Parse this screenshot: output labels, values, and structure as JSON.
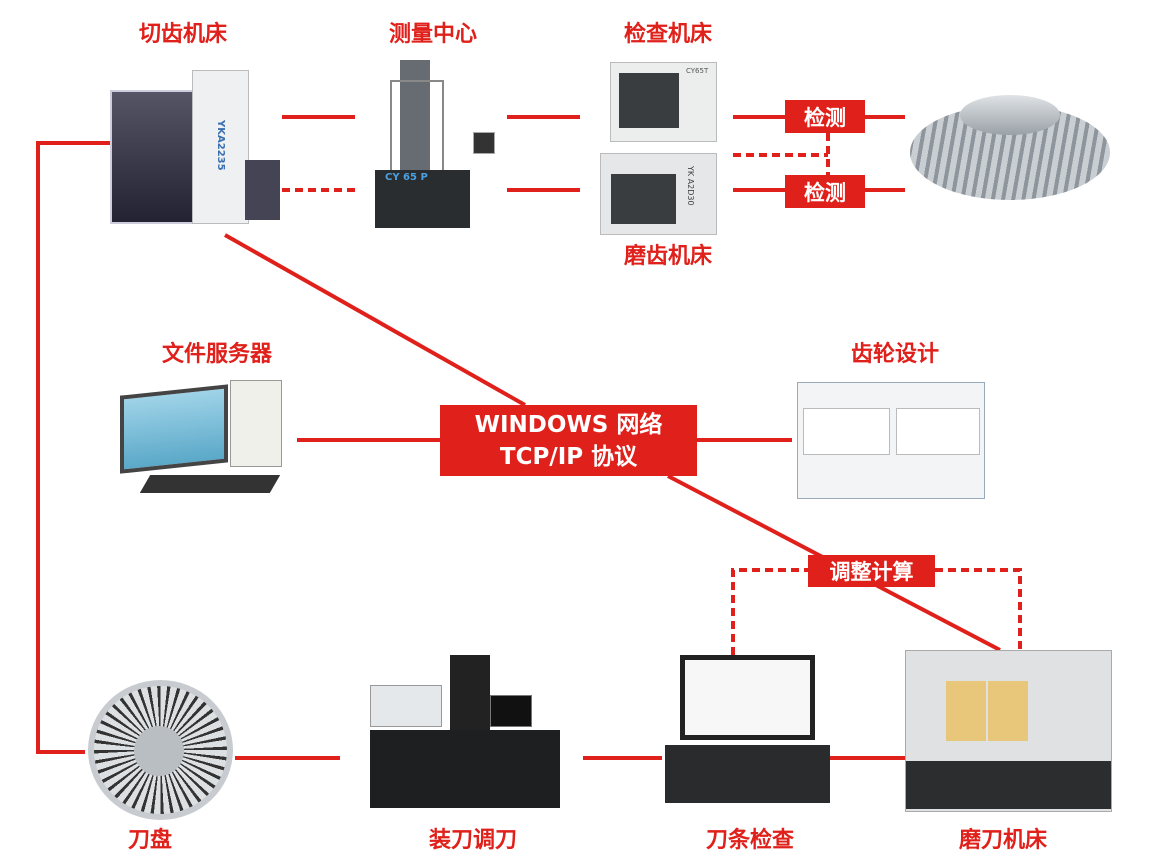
{
  "nodes": {
    "gear_cutting": "切齿机床",
    "measuring_center": "测量中心",
    "inspection_machine": "检查机床",
    "gear_grinding": "磨齿机床",
    "file_server": "文件服务器",
    "gear_design": "齿轮设计",
    "cutter_head": "刀盘",
    "blade_assembly": "装刀调刀",
    "blade_inspection": "刀条检查",
    "blade_grinding": "磨刀机床"
  },
  "boxes": {
    "inspect_1": "检测",
    "inspect_2": "检测",
    "network_line1": "WINDOWS 网络",
    "network_line2": "TCP/IP 协议",
    "adjust_calc": "调整计算"
  },
  "machine_marks": {
    "gear_cutting": "YKA2235",
    "measuring_center": "CY 65 P",
    "gear_grinding": "YK A2D30",
    "inspection_machine": "CY65T"
  },
  "colors": {
    "accent": "#e0201a"
  }
}
